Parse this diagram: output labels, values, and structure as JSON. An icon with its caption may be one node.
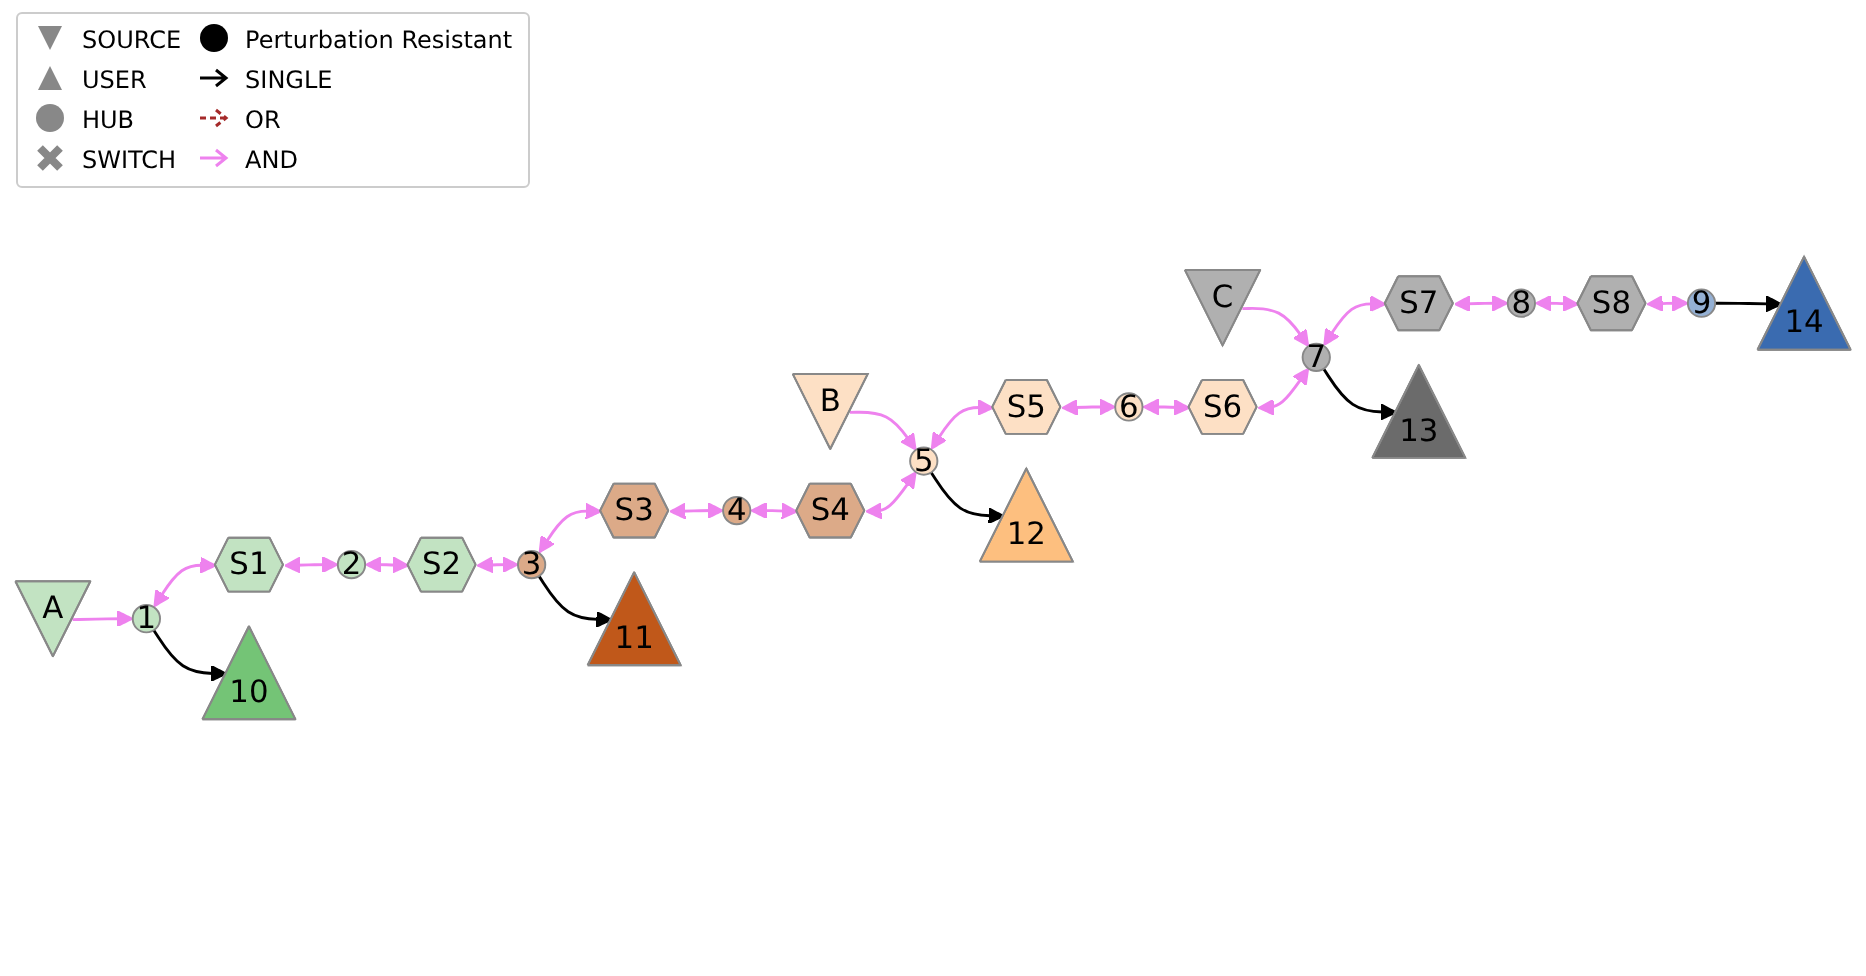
{
  "diagram": {
    "nodes": [
      {
        "text": [
          "A"
        ]
      },
      {
        "text": [
          "B"
        ]
      },
      {
        "text": [
          "C"
        ]
      },
      {
        "text": [
          "1"
        ]
      },
      {
        "text": [
          "S1"
        ]
      },
      {
        "text": [
          "2"
        ]
      },
      {
        "text": [
          "S2"
        ]
      },
      {
        "text": [
          "3"
        ]
      },
      {
        "text": [
          "S3"
        ]
      },
      {
        "text": [
          "4"
        ]
      },
      {
        "text": [
          "S4"
        ]
      },
      {
        "text": [
          "5"
        ]
      },
      {
        "text": [
          "S5"
        ]
      },
      {
        "text": [
          "6"
        ]
      },
      {
        "text": [
          "S6"
        ]
      },
      {
        "text": [
          "7"
        ]
      },
      {
        "text": [
          "S7"
        ]
      },
      {
        "text": [
          "8"
        ]
      },
      {
        "text": [
          "S8"
        ]
      },
      {
        "text": [
          "9"
        ]
      },
      {
        "text": [
          "10"
        ]
      },
      {
        "text": [
          "11"
        ]
      },
      {
        "text": [
          "12"
        ]
      },
      {
        "text": [
          "13"
        ]
      },
      {
        "text": [
          "14"
        ]
      }
    ],
    "edges": [
      {
        "from": 0,
        "to": 3,
        "arrow": "to"
      },
      {
        "from": 1,
        "to": 11,
        "arrow": "to"
      },
      {
        "from": 2,
        "to": 15,
        "arrow": "to"
      },
      {
        "from": 3,
        "to": 4,
        "arrow": "both"
      },
      {
        "from": 4,
        "to": 5,
        "arrow": "both"
      },
      {
        "from": 5,
        "to": 6,
        "arrow": "both"
      },
      {
        "from": 6,
        "to": 7,
        "arrow": "both"
      },
      {
        "from": 7,
        "to": 8,
        "arrow": "both"
      },
      {
        "from": 8,
        "to": 9,
        "arrow": "both"
      },
      {
        "from": 9,
        "to": 10,
        "arrow": "both"
      },
      {
        "from": 10,
        "to": 11,
        "arrow": "both"
      },
      {
        "from": 11,
        "to": 12,
        "arrow": "both"
      },
      {
        "from": 12,
        "to": 13,
        "arrow": "both"
      },
      {
        "from": 13,
        "to": 14,
        "arrow": "both"
      },
      {
        "from": 14,
        "to": 15,
        "arrow": "both"
      },
      {
        "from": 15,
        "to": 16,
        "arrow": "both"
      },
      {
        "from": 16,
        "to": 17,
        "arrow": "both"
      },
      {
        "from": 17,
        "to": 18,
        "arrow": "both"
      },
      {
        "from": 18,
        "to": 19,
        "arrow": "both"
      },
      {
        "from": 3,
        "to": 20,
        "arrow": "to",
        "color": "#000000"
      },
      {
        "from": 7,
        "to": 21,
        "arrow": "to",
        "color": "#000000"
      },
      {
        "from": 11,
        "to": 22,
        "arrow": "to",
        "color": "#000000"
      },
      {
        "from": 15,
        "to": 23,
        "arrow": "to",
        "color": "#000000"
      },
      {
        "from": 19,
        "to": 24,
        "arrow": "to",
        "color": "#000000"
      }
    ],
    "legend": [
      {
        "text": "SOURCE"
      },
      {
        "text": "USER"
      },
      {
        "text": "HUB"
      },
      {
        "text": "SWITCH"
      },
      {
        "text": "Perturbation Resistant"
      },
      {
        "text": "SINGLE"
      },
      {
        "text": "OR"
      },
      {
        "text": "AND"
      }
    ]
  }
}
